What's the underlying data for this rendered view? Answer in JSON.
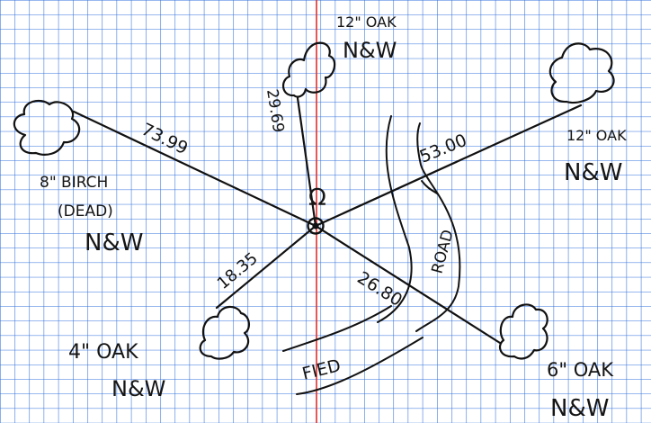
{
  "paper": {
    "grid_color": "#2f6fdc",
    "axis_color": "#e03030",
    "ink_color": "#111111"
  },
  "center_symbol": "Ω",
  "trees": {
    "top": {
      "size_label": "12\" OAK",
      "status": "N&W"
    },
    "right": {
      "size_label": "12\" OAK",
      "status": "N&W"
    },
    "left": {
      "size_label": "8\" BIRCH",
      "note": "(DEAD)",
      "status": "N&W"
    },
    "lower_left": {
      "size_label": "4\" OAK",
      "status": "N&W"
    },
    "lower_right": {
      "size_label": "6\" OAK",
      "status": "N&W"
    }
  },
  "distances": {
    "top": "29.69",
    "right": "53.00",
    "left": "73.99",
    "lower_left": "18.35",
    "lower_right": "26.80"
  },
  "features": {
    "road_label": "ROAD",
    "field_label": "FIED"
  },
  "icons": [
    "tree-canopy-icon",
    "monument-icon"
  ]
}
